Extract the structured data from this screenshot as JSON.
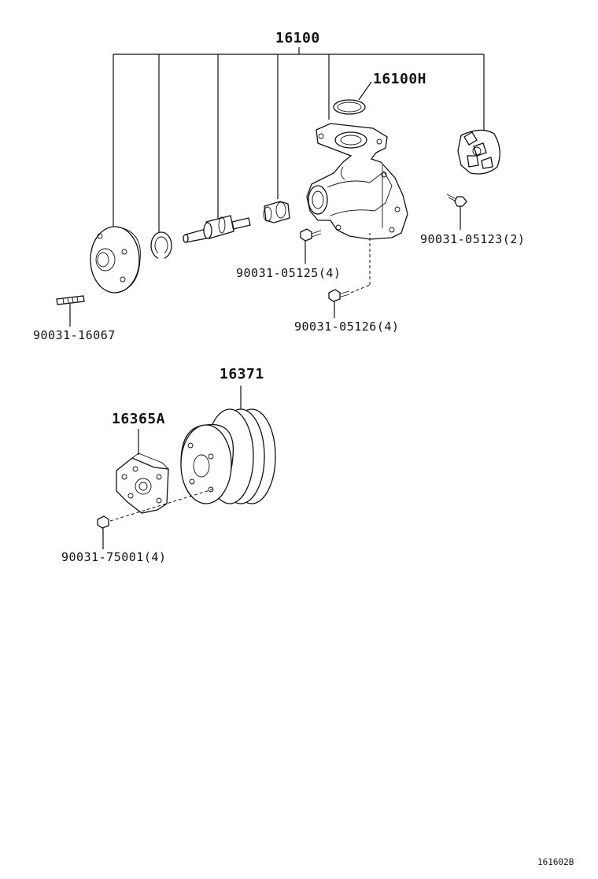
{
  "diagram": {
    "labels": {
      "assembly": "16100",
      "gasket": "16100H",
      "bolt_05123": "90031-05123(2)",
      "bolt_05125": "90031-05125(4)",
      "bolt_05126": "90031-05126(4)",
      "stud_16067": "90031-16067",
      "pulley": "16371",
      "pulley_seat": "16365A",
      "nut_75001": "90031-75001(4)",
      "figure_code": "161602B"
    }
  }
}
